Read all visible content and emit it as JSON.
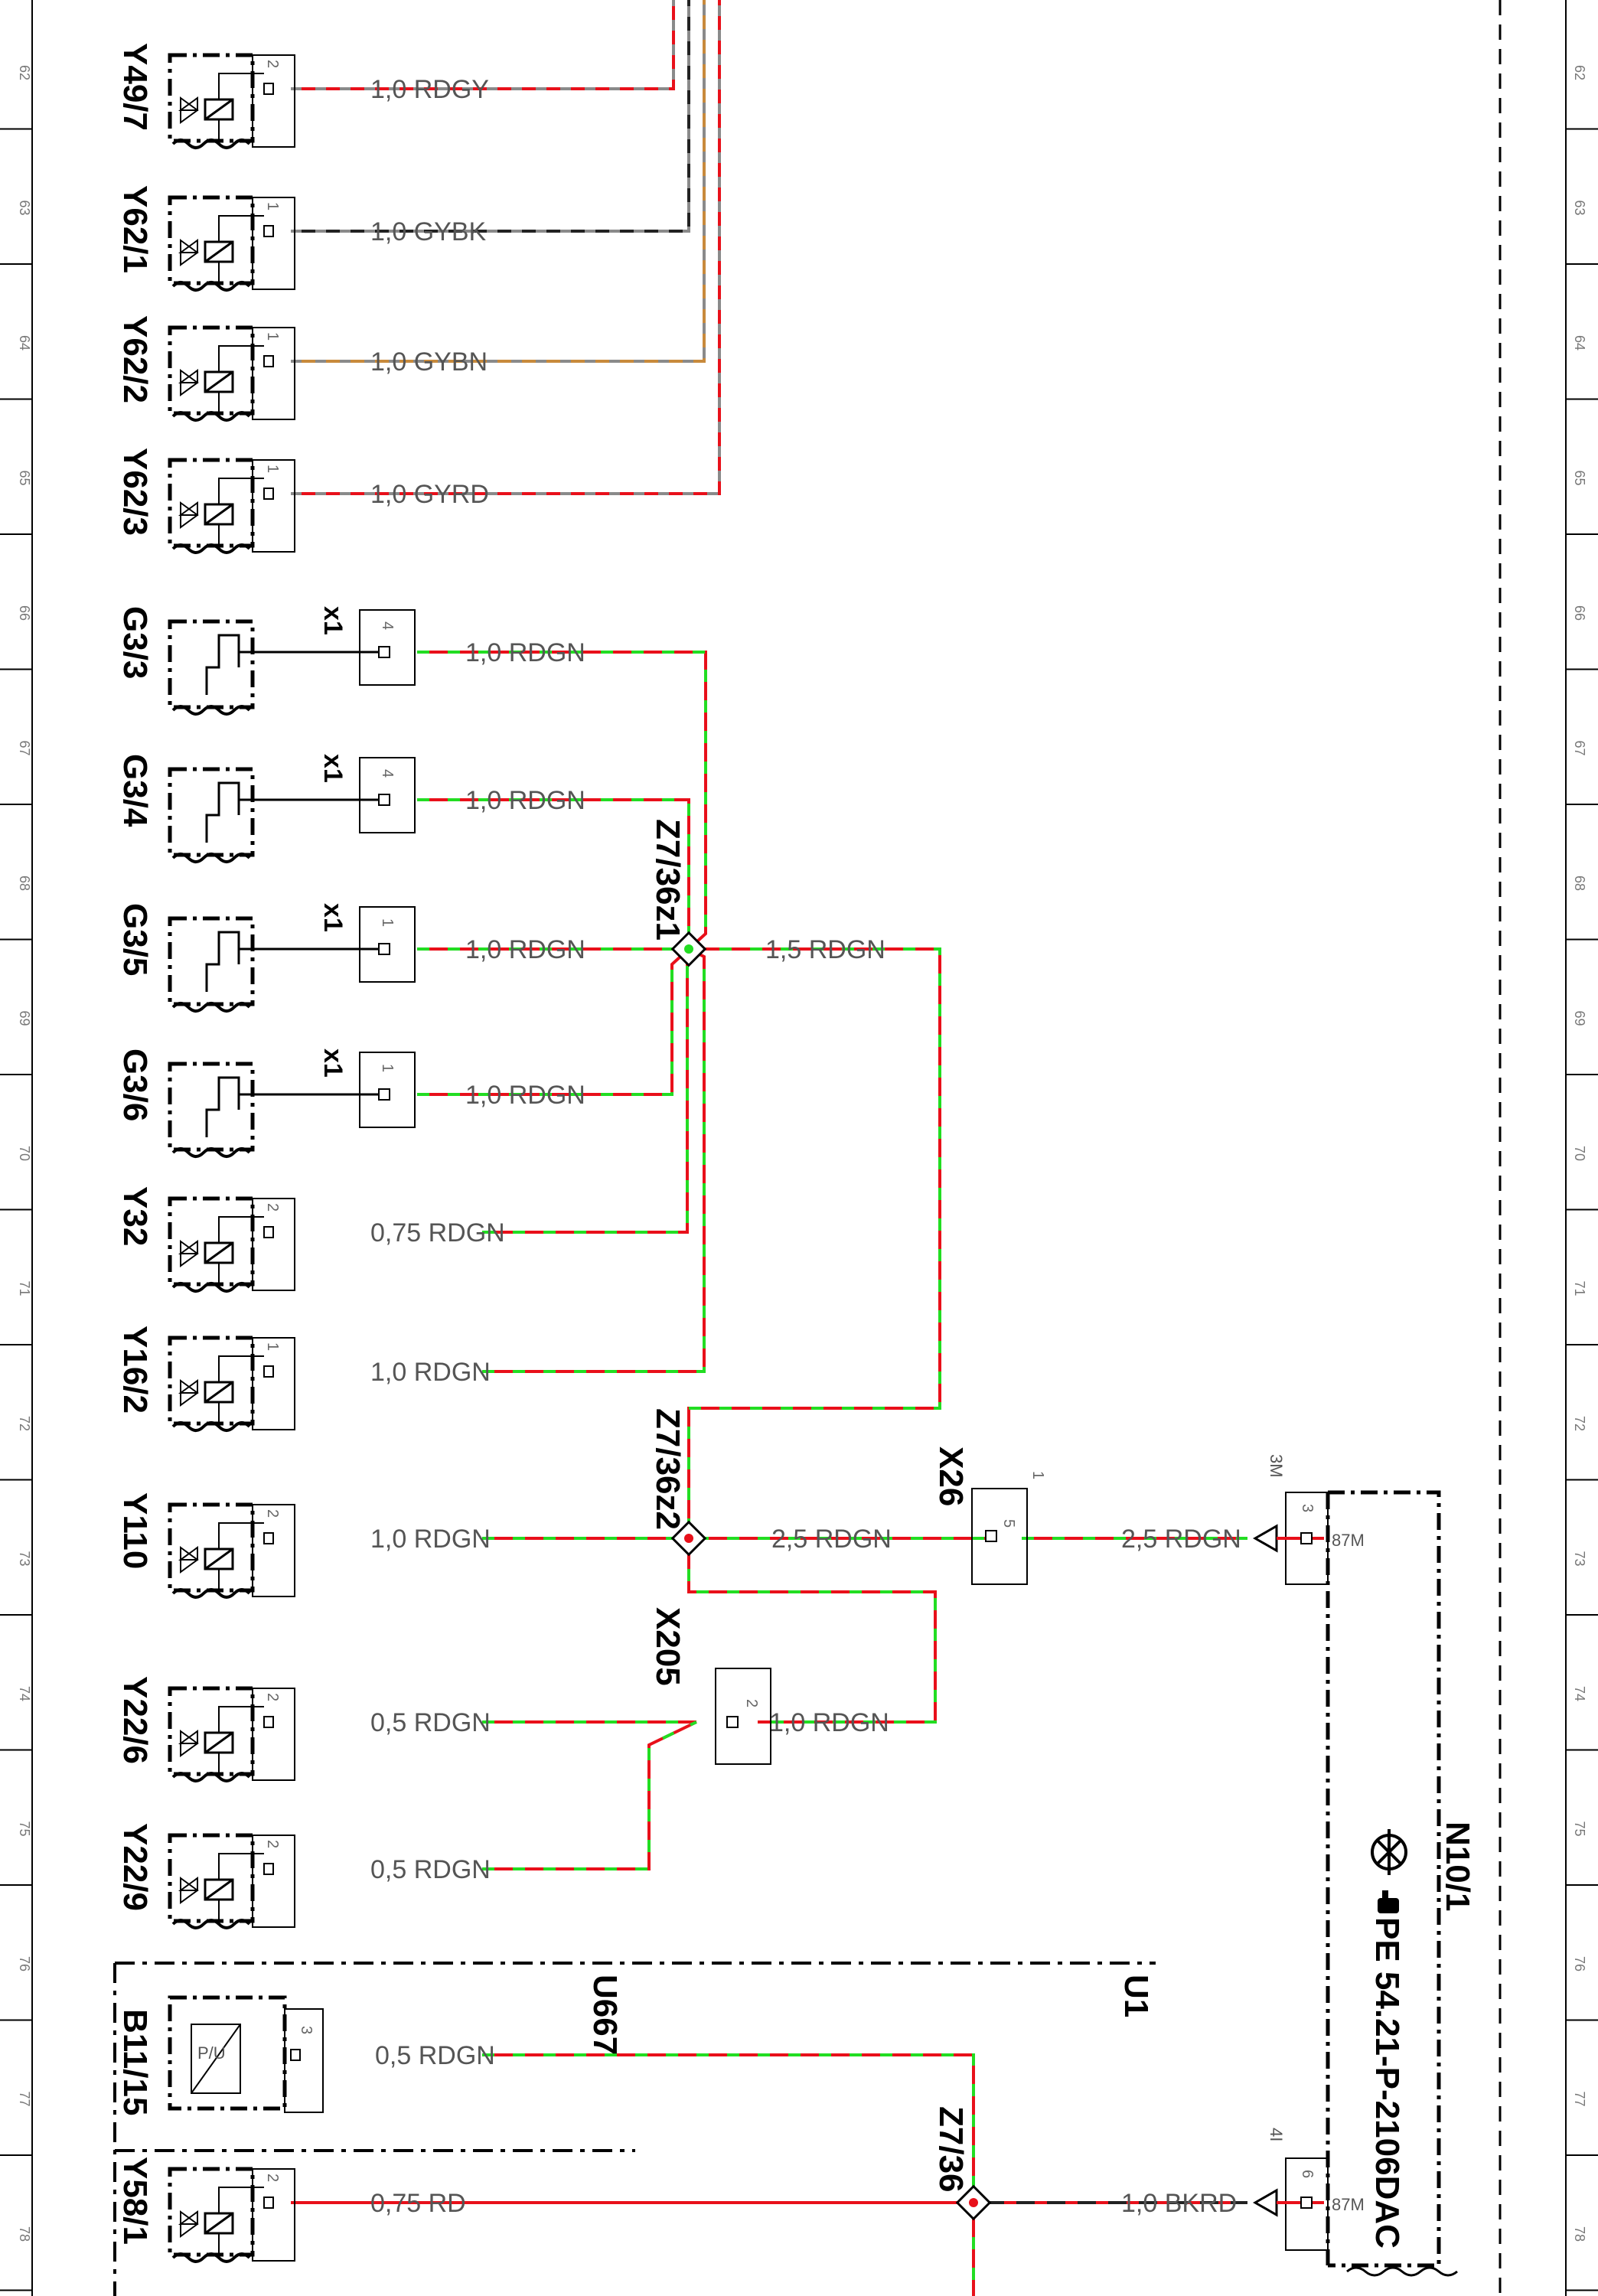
{
  "grid": {
    "rows": [
      "62",
      "63",
      "64",
      "65",
      "66",
      "67",
      "68",
      "69",
      "70",
      "71",
      "72",
      "73",
      "74",
      "75",
      "76",
      "77",
      "78"
    ]
  },
  "components": [
    {
      "id": "Y49/7",
      "kind": "valve",
      "pin": "2",
      "wire": "1,0 RDGY"
    },
    {
      "id": "Y62/1",
      "kind": "valve",
      "pin": "1",
      "wire": "1,0 GYBK"
    },
    {
      "id": "Y62/2",
      "kind": "valve",
      "pin": "1",
      "wire": "1,0 GYBN"
    },
    {
      "id": "Y62/3",
      "kind": "valve",
      "pin": "1",
      "wire": "1,0 GYRD"
    },
    {
      "id": "G3/3",
      "kind": "sensor",
      "conn": "x1",
      "pin": "4",
      "wire": "1,0 RDGN"
    },
    {
      "id": "G3/4",
      "kind": "sensor",
      "conn": "x1",
      "pin": "4",
      "wire": "1,0 RDGN"
    },
    {
      "id": "G3/5",
      "kind": "sensor",
      "conn": "x1",
      "pin": "1",
      "wire": "1,0 RDGN"
    },
    {
      "id": "G3/6",
      "kind": "sensor",
      "conn": "x1",
      "pin": "1",
      "wire": "1,0 RDGN"
    },
    {
      "id": "Y32",
      "kind": "valve",
      "pin": "2",
      "wire": "0,75 RDGN"
    },
    {
      "id": "Y16/2",
      "kind": "valve",
      "pin": "1",
      "wire": "1,0 RDGN"
    },
    {
      "id": "Y110",
      "kind": "valve",
      "pin": "2",
      "wire": "1,0 RDGN"
    },
    {
      "id": "Y22/6",
      "kind": "valve",
      "pin": "2",
      "wire": "0,5 RDGN"
    },
    {
      "id": "Y22/9",
      "kind": "valve",
      "pin": "2",
      "wire": "0,5 RDGN"
    },
    {
      "id": "B11/15",
      "kind": "pressure",
      "pin": "3",
      "wire": "0,5 RDGN",
      "symbol": "P/U"
    },
    {
      "id": "Y58/1",
      "kind": "valve",
      "pin": "2",
      "wire": "0,75 RD"
    }
  ],
  "connectors": {
    "z1": "Z7/36z1",
    "z2": "Z7/36z2",
    "z36": "Z7/36",
    "x26": "X26",
    "x26_pin": "5",
    "x26_pin_top": "1",
    "x205": "X205",
    "x205_pin": "2"
  },
  "wires": {
    "z1_out": "1,5 RDGN",
    "z2_out": "2,5 RDGN",
    "x26_out": "2,5 RDGN",
    "x205_out": "1,0 RDGN",
    "n10_in": "1,0 BKRD"
  },
  "module": {
    "id": "N10/1",
    "ref": "PE 54.21-P-2106DAC",
    "pin_top_outer": "3M",
    "pin_top": "3",
    "pin_top_label": "87M",
    "pin_bottom_outer": "4I",
    "pin_bottom": "6",
    "pin_bottom_label": "87M"
  },
  "areas": {
    "u667": "U667",
    "u1": "U1"
  },
  "colors": {
    "red": "#e8101a",
    "green": "#22dd22",
    "grey": "#8a8a8a",
    "black": "#222222",
    "brown": "#c88a3c"
  },
  "icons": [
    "cursor-hand-icon",
    "lamp-icon"
  ]
}
